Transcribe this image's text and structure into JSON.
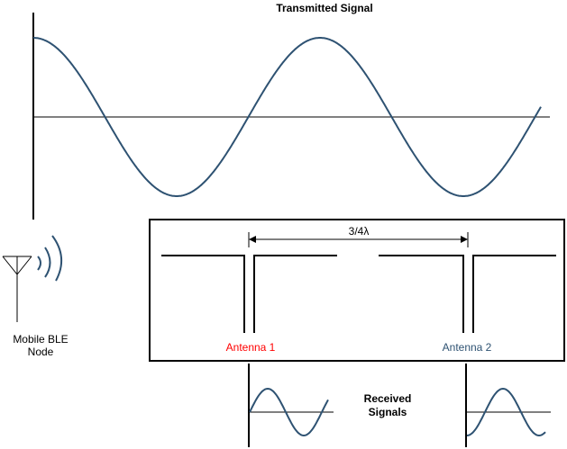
{
  "title": "Transmitted Signal",
  "node_label_line1": "Mobile BLE",
  "node_label_line2": "Node",
  "spacing_label": "3/4λ",
  "antenna1_label": "Antenna 1",
  "antenna2_label": "Antenna 2",
  "received_line1": "Received",
  "received_line2": "Signals",
  "colors": {
    "wave": "#2e5272",
    "line": "#000000",
    "antenna1": "#ff0000",
    "antenna2": "#2e5272"
  },
  "icons": [
    "antenna-icon",
    "radio-waves-icon"
  ]
}
